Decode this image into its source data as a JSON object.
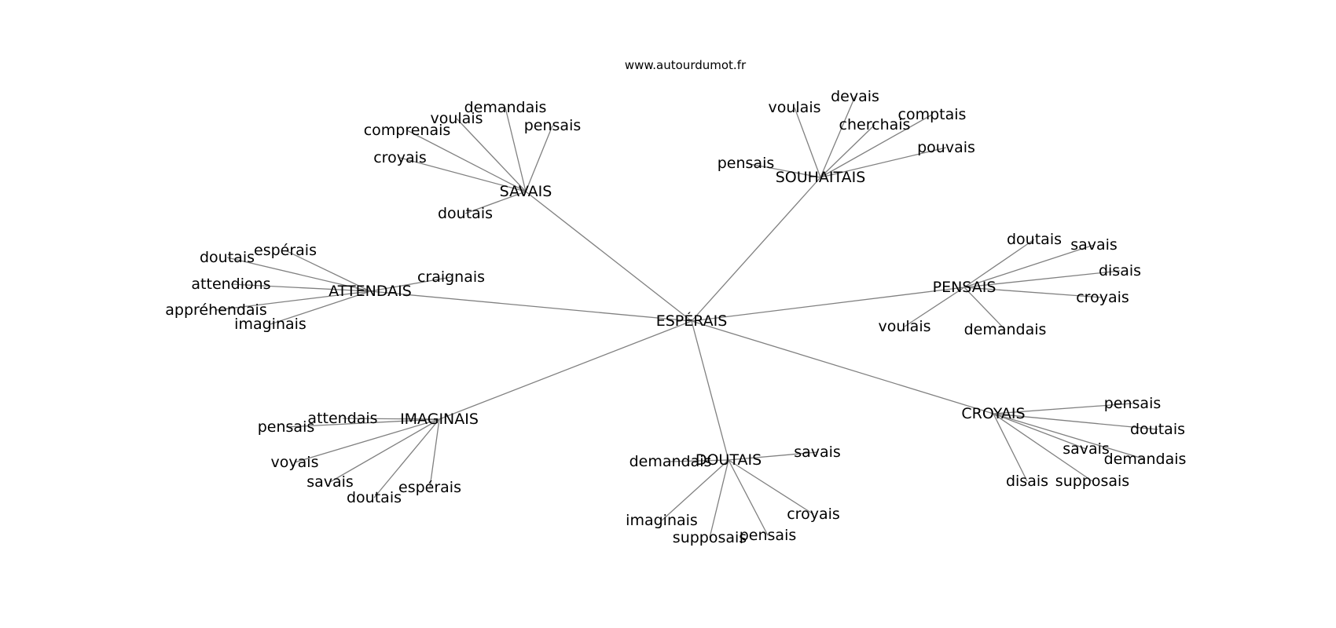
{
  "source": "www.autourdumot.fr",
  "center": "ESPÉRAIS",
  "clusters": [
    {
      "word": "SAVAIS",
      "neighbors": [
        "demandais",
        "voulais",
        "comprenais",
        "pensais",
        "croyais",
        "doutais"
      ]
    },
    {
      "word": "SOUHAITAIS",
      "neighbors": [
        "devais",
        "voulais",
        "cherchais",
        "comptais",
        "pouvais",
        "pensais"
      ]
    },
    {
      "word": "ATTENDAIS",
      "neighbors": [
        "espérais",
        "doutais",
        "craignais",
        "attendions",
        "appréhendais",
        "imaginais"
      ]
    },
    {
      "word": "PENSAIS",
      "neighbors": [
        "doutais",
        "savais",
        "disais",
        "croyais",
        "voulais",
        "demandais"
      ]
    },
    {
      "word": "IMAGINAIS",
      "neighbors": [
        "attendais",
        "pensais",
        "voyais",
        "savais",
        "doutais",
        "espérais"
      ]
    },
    {
      "word": "DOUTAIS",
      "neighbors": [
        "demandais",
        "savais",
        "croyais",
        "imaginais",
        "supposais",
        "pensais"
      ]
    },
    {
      "word": "CROYAIS",
      "neighbors": [
        "pensais",
        "doutais",
        "savais",
        "demandais",
        "disais",
        "supposais"
      ]
    }
  ]
}
